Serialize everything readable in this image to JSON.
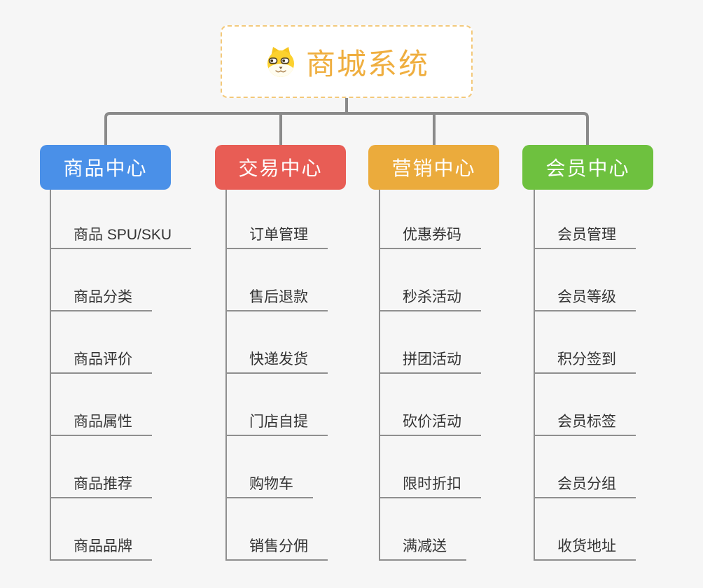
{
  "page": {
    "background_color": "#f6f6f6",
    "connector_color": "#8a8a8a"
  },
  "root": {
    "title": "商城系统",
    "icon": "shiba-dog-icon",
    "title_color": "#efae3f",
    "border_color": "#f3c97b"
  },
  "branches": [
    {
      "label": "商品中心",
      "color": "#4a90e8",
      "items": [
        "商品 SPU/SKU",
        "商品分类",
        "商品评价",
        "商品属性",
        "商品推荐",
        "商品品牌"
      ]
    },
    {
      "label": "交易中心",
      "color": "#e85d55",
      "items": [
        "订单管理",
        "售后退款",
        "快递发货",
        "门店自提",
        "购物车",
        "销售分佣"
      ]
    },
    {
      "label": "营销中心",
      "color": "#ebab3c",
      "items": [
        "优惠券码",
        "秒杀活动",
        "拼团活动",
        "砍价活动",
        "限时折扣",
        "满减送"
      ]
    },
    {
      "label": "会员中心",
      "color": "#6ec13f",
      "items": [
        "会员管理",
        "会员等级",
        "积分签到",
        "会员标签",
        "会员分组",
        "收货地址"
      ]
    }
  ]
}
